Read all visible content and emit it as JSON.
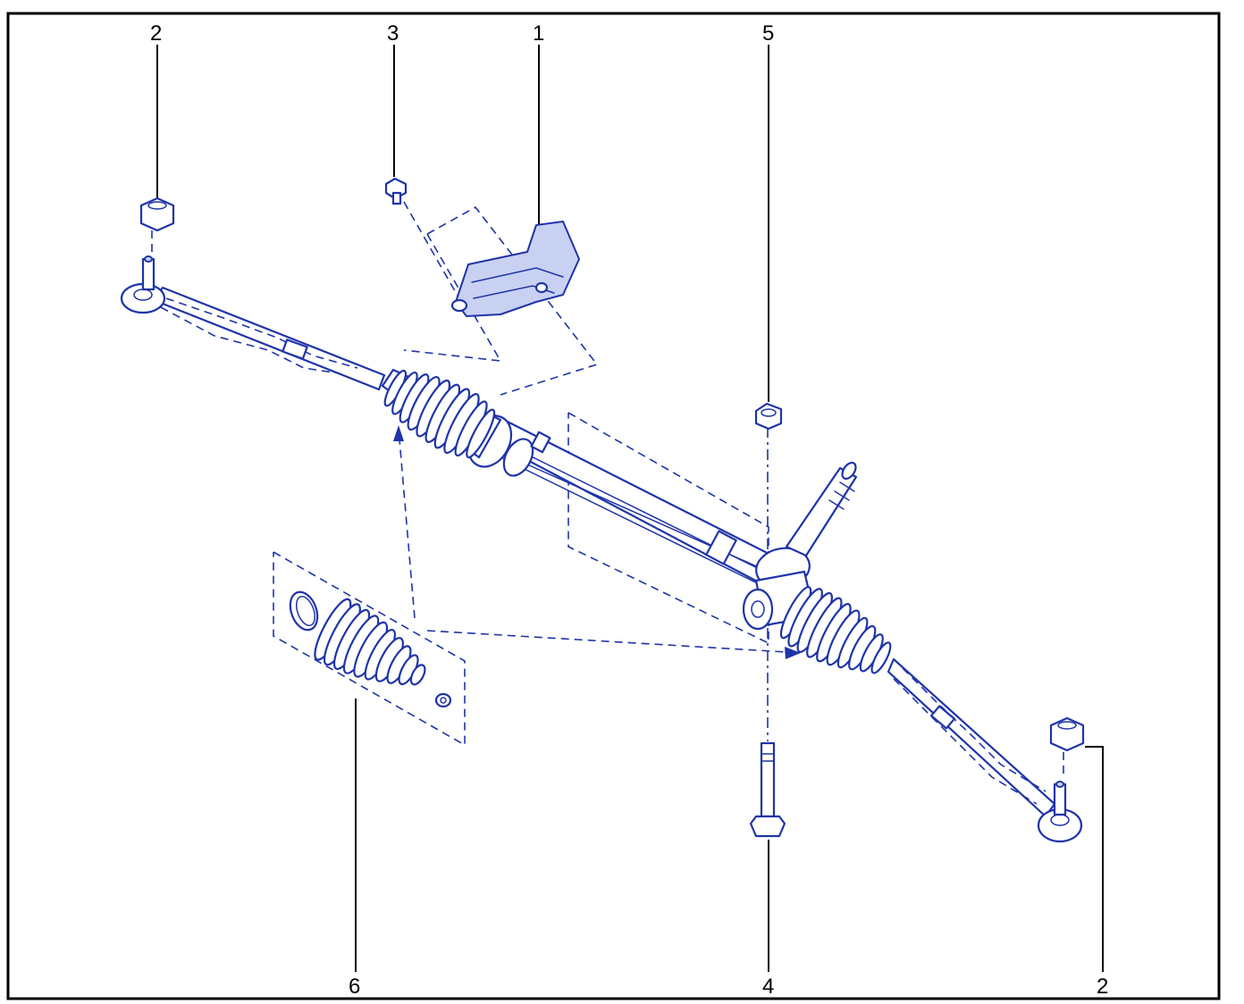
{
  "callouts": [
    {
      "id": "c1",
      "label": "1"
    },
    {
      "id": "c2a",
      "label": "2"
    },
    {
      "id": "c2b",
      "label": "2"
    },
    {
      "id": "c3",
      "label": "3"
    },
    {
      "id": "c4",
      "label": "4"
    },
    {
      "id": "c5",
      "label": "5"
    },
    {
      "id": "c6",
      "label": "6"
    }
  ],
  "colors": {
    "line": "#1f34a8",
    "callout": "#000000",
    "frame": "#000000"
  }
}
